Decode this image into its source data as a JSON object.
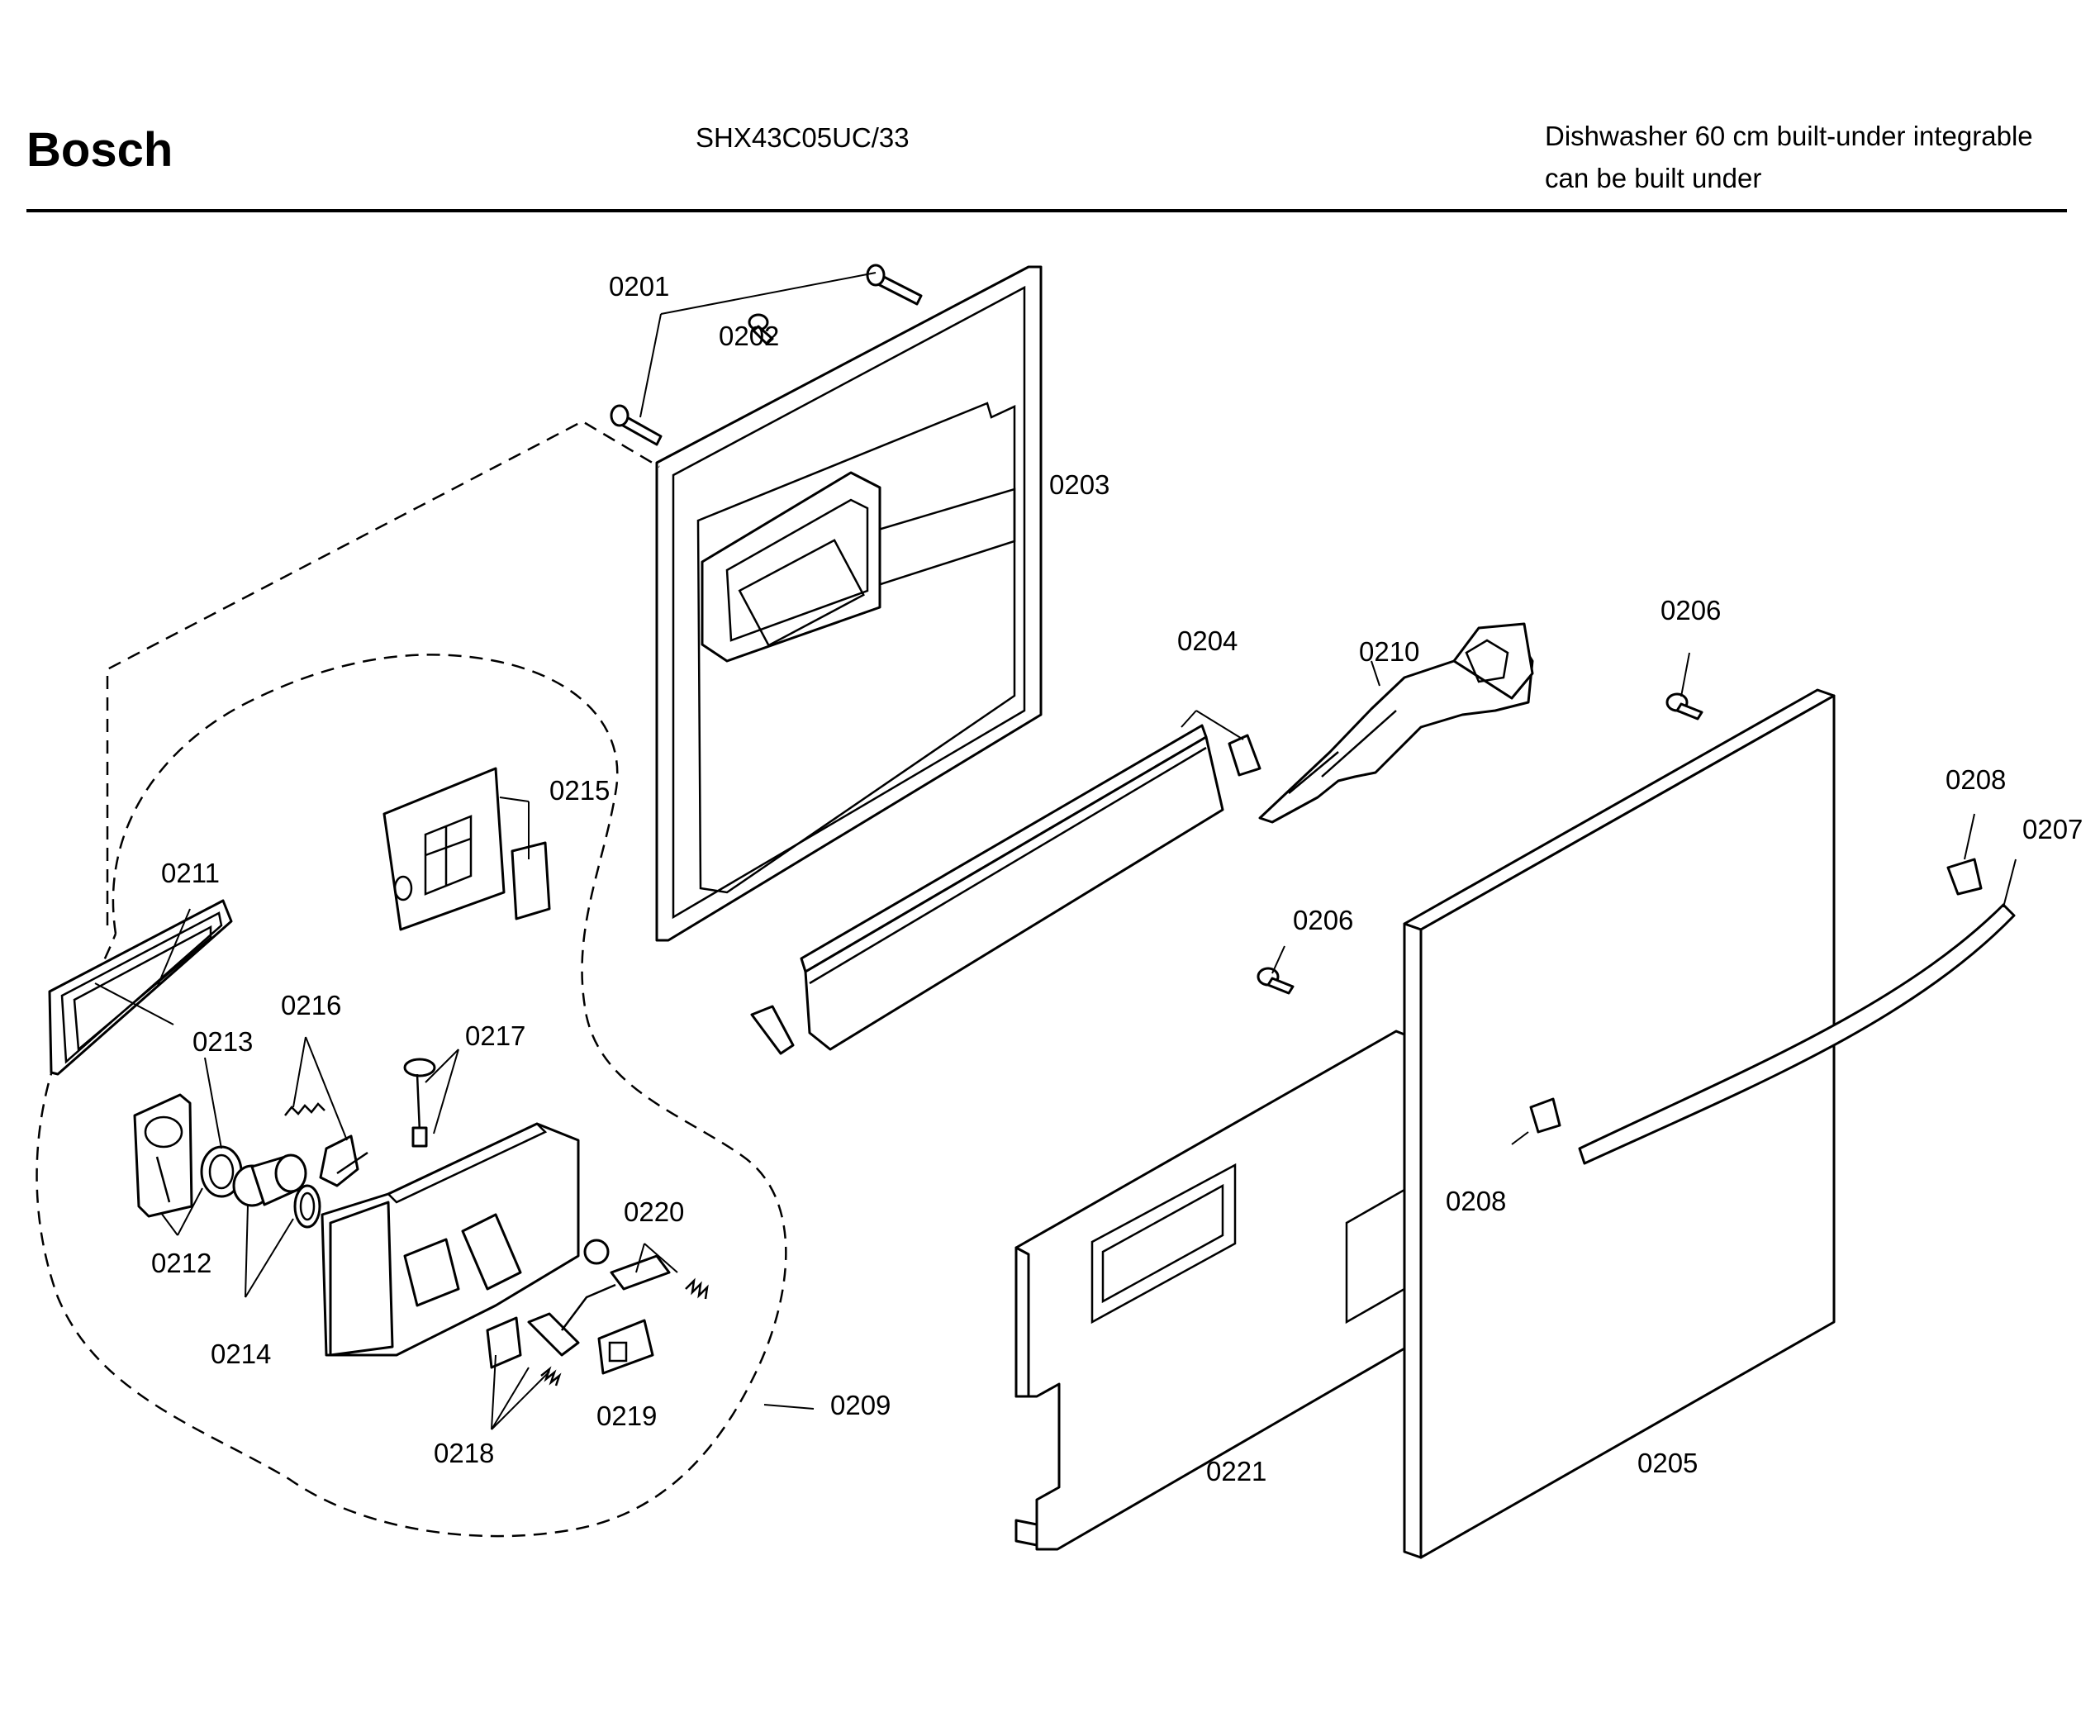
{
  "header": {
    "brand": "Bosch",
    "model": "SHX43C05UC/33",
    "description_line1": "Dishwasher 60 cm built-under integrable",
    "description_line2": "can be built under"
  },
  "labels": {
    "p0201": "0201",
    "p0202": "0202",
    "p0203": "0203",
    "p0204": "0204",
    "p0205": "0205",
    "p0206a": "0206",
    "p0206b": "0206",
    "p0207": "0207",
    "p0208a": "0208",
    "p0208b": "0208",
    "p0209": "0209",
    "p0210": "0210",
    "p0211": "0211",
    "p0212": "0212",
    "p0213": "0213",
    "p0214": "0214",
    "p0215": "0215",
    "p0216": "0216",
    "p0217": "0217",
    "p0218": "0218",
    "p0219": "0219",
    "p0220": "0220",
    "p0221": "0221"
  }
}
